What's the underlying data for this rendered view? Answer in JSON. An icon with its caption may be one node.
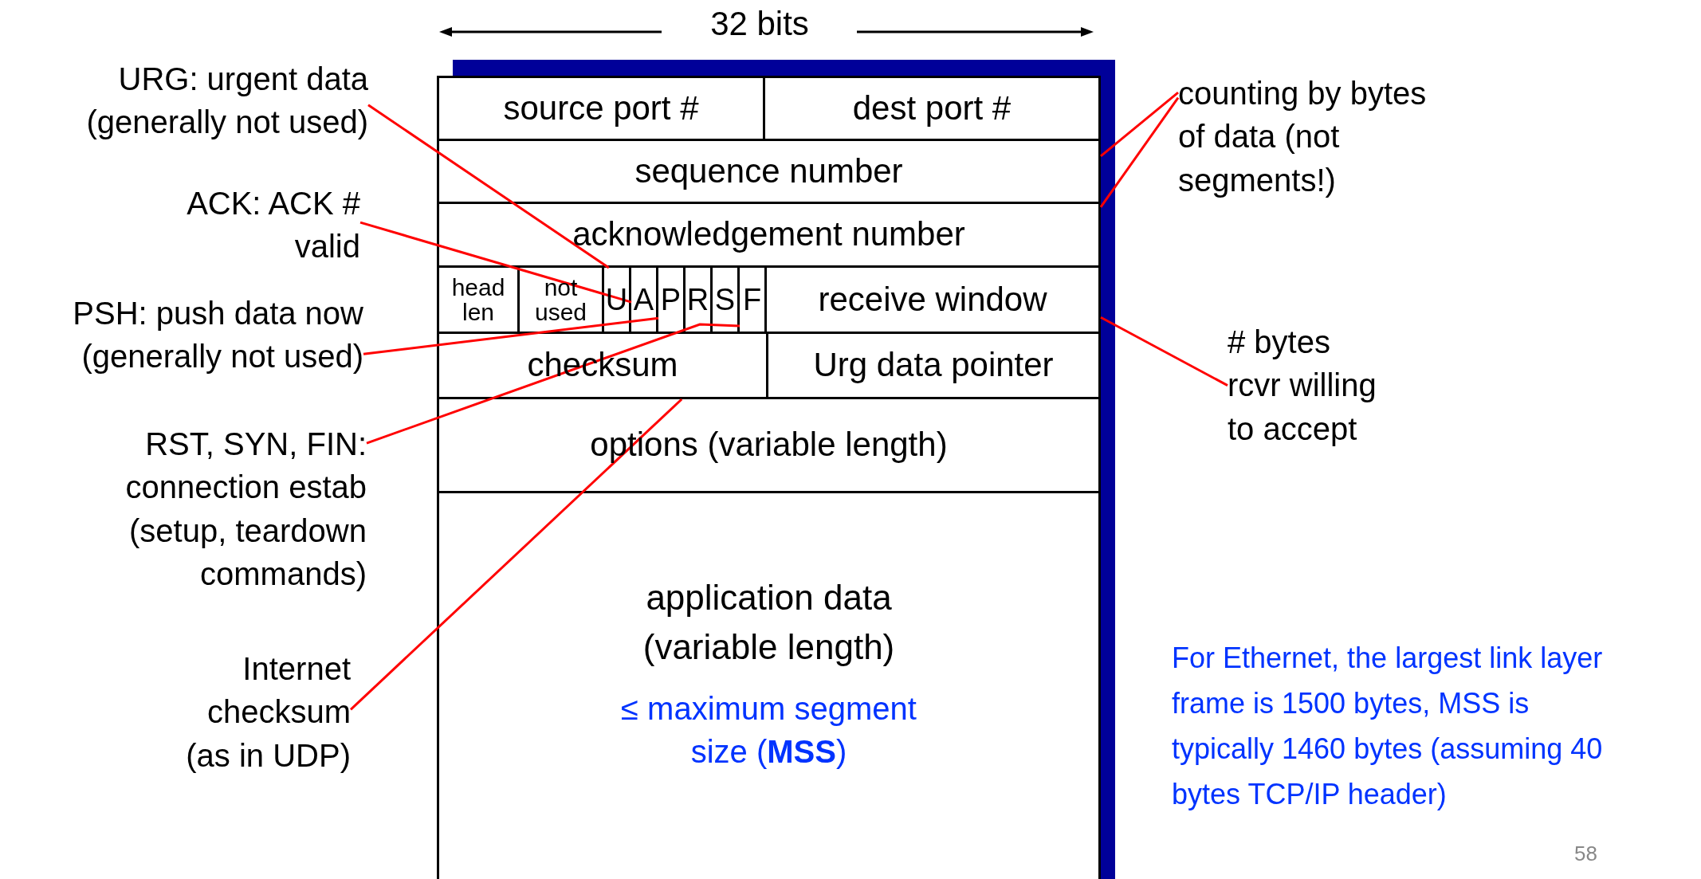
{
  "diagram": {
    "nodes": [
      {
        "text": [
          "source port #"
        ]
      },
      {
        "text": [
          "dest port #"
        ]
      },
      {
        "text": [
          "sequence number"
        ]
      },
      {
        "text": [
          "acknowledgement number"
        ]
      },
      {
        "text": [
          "head len"
        ]
      },
      {
        "text": [
          "not used"
        ]
      },
      {
        "text": [
          "U"
        ]
      },
      {
        "text": [
          "A"
        ]
      },
      {
        "text": [
          "P"
        ]
      },
      {
        "text": [
          "R"
        ]
      },
      {
        "text": [
          "S"
        ]
      },
      {
        "text": [
          "F"
        ]
      },
      {
        "text": [
          "receive window"
        ]
      },
      {
        "text": [
          "checksum"
        ]
      },
      {
        "text": [
          "Urg data pointer"
        ]
      },
      {
        "text": [
          "options (variable length)"
        ]
      },
      {
        "text": [
          "application data (variable length)",
          "≤ maximum segment size (**MSS**)"
        ]
      },
      {
        "text": [
          "URG: urgent data (generally not used)"
        ]
      },
      {
        "text": [
          "ACK: ACK # valid"
        ]
      },
      {
        "text": [
          "PSH: push data now (generally not used)"
        ]
      },
      {
        "text": [
          "RST, SYN, FIN: connection estab (setup, teardown commands)"
        ]
      },
      {
        "text": [
          "Internet checksum (as in UDP)"
        ]
      },
      {
        "text": [
          "counting by bytes of data (not segments!)"
        ]
      },
      {
        "text": [
          "# bytes rcvr willing to accept"
        ]
      }
    ],
    "edges": [
      {
        "from": 17,
        "to": 6,
        "arrow": "none"
      },
      {
        "from": 18,
        "to": 7,
        "arrow": "none"
      },
      {
        "from": 19,
        "to": 8,
        "arrow": "none"
      },
      {
        "from": 20,
        "to": 11,
        "arrow": "none"
      },
      {
        "from": 21,
        "to": 13,
        "arrow": "none"
      },
      {
        "from": 22,
        "to": 2,
        "arrow": "none"
      },
      {
        "from": 22,
        "to": 3,
        "arrow": "none"
      },
      {
        "from": 23,
        "to": 12,
        "arrow": "none"
      }
    ],
    "labels": [
      "32 bits",
      "For Ethernet, the largest link layer frame is 1500 bytes, MSS is typically 1460 bytes (assuming 40 bytes TCP/IP header)",
      "58"
    ]
  }
}
